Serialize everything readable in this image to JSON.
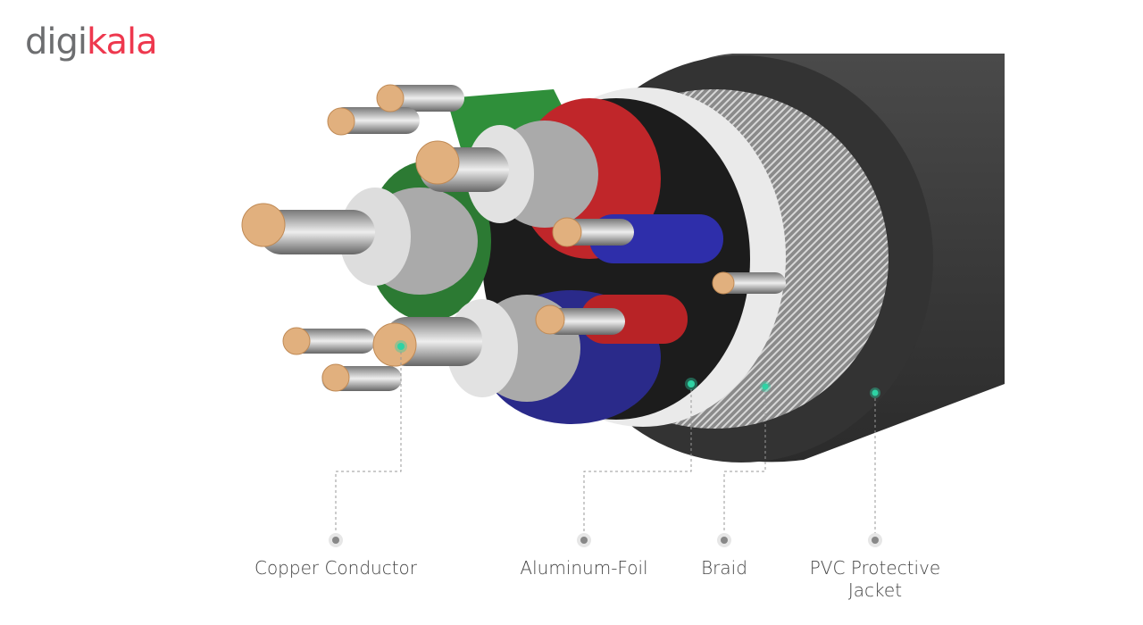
{
  "logo": {
    "part1": "digi",
    "part2": "kala"
  },
  "labels": {
    "copper": "Copper Conductor",
    "foil": "Aluminum-Foil",
    "braid": "Braid",
    "jacket_line1": "PVC Protective",
    "jacket_line2": "Jacket"
  },
  "colors": {
    "brand_red": "#ee384e",
    "brand_gray": "#6d6e70",
    "marker": "#2ed3a4"
  }
}
